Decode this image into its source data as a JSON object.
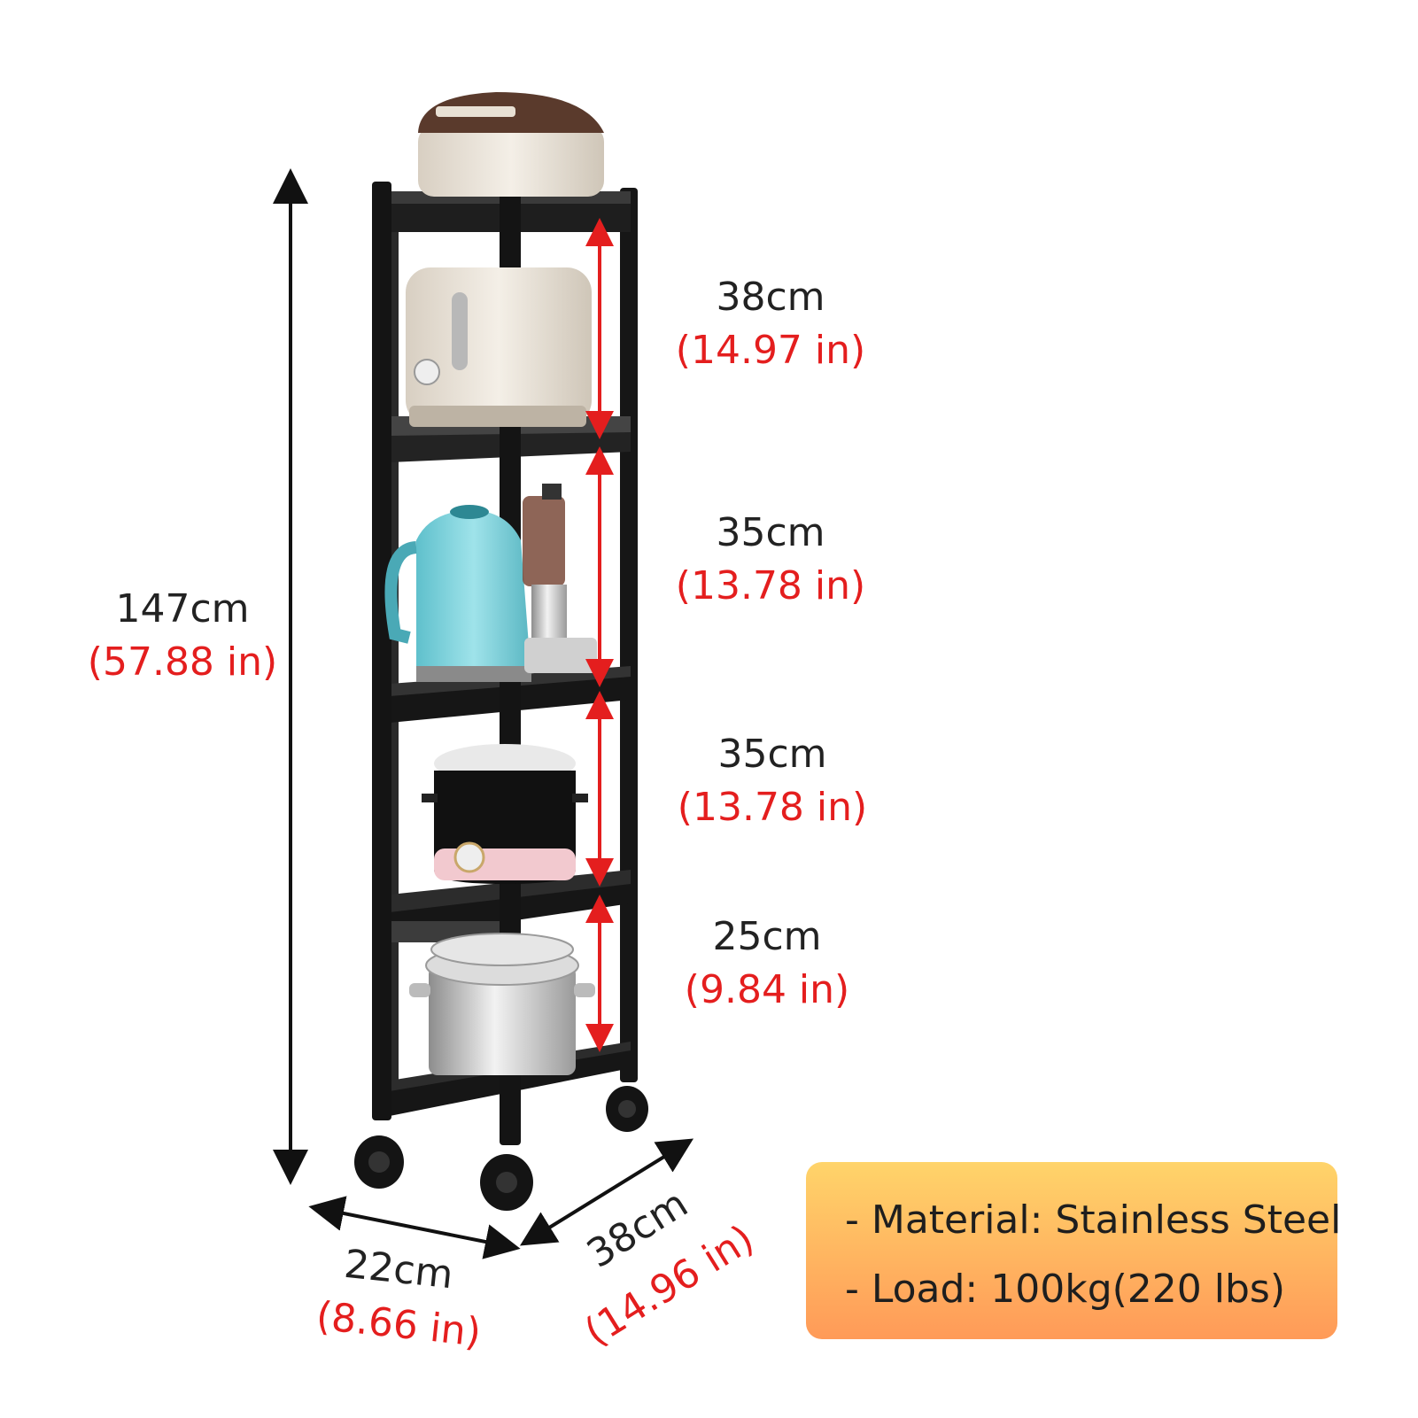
{
  "dimensions": {
    "total_height": {
      "cm": "147cm",
      "in": "(57.88 in)"
    },
    "tiers": [
      {
        "cm": "38cm",
        "in": "(14.97 in)"
      },
      {
        "cm": "35cm",
        "in": "(13.78 in)"
      },
      {
        "cm": "35cm",
        "in": "(13.78 in)"
      },
      {
        "cm": "25cm",
        "in": "(9.84 in)"
      }
    ],
    "width": {
      "cm": "22cm",
      "in": "(8.66 in)"
    },
    "depth": {
      "cm": "38cm",
      "in": "(14.96 in)"
    }
  },
  "specs": {
    "material": "- Material: Stainless Steel",
    "load": "- Load: 100kg(220 lbs)"
  },
  "colors": {
    "frame": "#1a1a1a",
    "inch_text": "#e41e1e",
    "arrow_red": "#e41e1e",
    "spec_gradient_top": "#ffd46a",
    "spec_gradient_bottom": "#ff9a58"
  },
  "icons": [
    "rice-cooker-icon",
    "toaster-icon",
    "kettle-icon",
    "blender-icon",
    "pressure-cooker-icon",
    "stockpot-icon"
  ]
}
